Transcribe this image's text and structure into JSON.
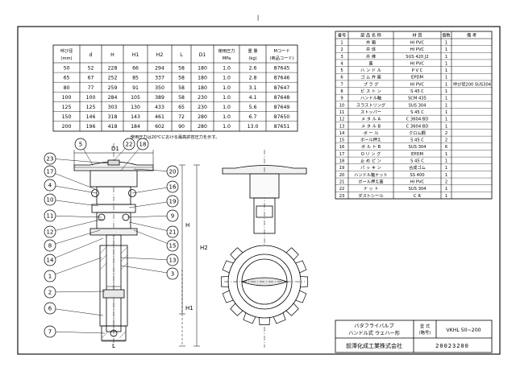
{
  "sheet": {
    "top_mark": "|"
  },
  "dim_table": {
    "headers": [
      {
        "line1": "呼び径",
        "line2": "(mm)"
      },
      {
        "line1": "d",
        "line2": ""
      },
      {
        "line1": "H",
        "line2": ""
      },
      {
        "line1": "H1",
        "line2": ""
      },
      {
        "line1": "H2",
        "line2": ""
      },
      {
        "line1": "L",
        "line2": ""
      },
      {
        "line1": "D1",
        "line2": ""
      },
      {
        "line1": "使用圧力",
        "line2": "MPa"
      },
      {
        "line1": "重 量",
        "line2": "(kg)"
      },
      {
        "line1": "Mコード",
        "line2": "(商品コード)"
      }
    ],
    "rows": [
      [
        "50",
        "52",
        "228",
        "66",
        "294",
        "58",
        "180",
        "1.0",
        "2.6",
        "87645"
      ],
      [
        "65",
        "67",
        "252",
        "85",
        "337",
        "58",
        "180",
        "1.0",
        "2.8",
        "87646"
      ],
      [
        "80",
        "77",
        "259",
        "91",
        "350",
        "58",
        "180",
        "1.0",
        "3.1",
        "87647"
      ],
      [
        "100",
        "100",
        "284",
        "105",
        "389",
        "58",
        "230",
        "1.0",
        "4.1",
        "87648"
      ],
      [
        "125",
        "125",
        "303",
        "130",
        "433",
        "65",
        "230",
        "1.0",
        "5.6",
        "87649"
      ],
      [
        "150",
        "146",
        "318",
        "143",
        "461",
        "72",
        "280",
        "1.0",
        "6.7",
        "87650"
      ],
      [
        "200",
        "196",
        "418",
        "184",
        "602",
        "90",
        "280",
        "1.0",
        "13.0",
        "87651"
      ]
    ],
    "note": "使用圧力は20℃における最高許容圧力を示す。"
  },
  "parts_table": {
    "headers": {
      "no": "番号",
      "name": "部 品 名 称",
      "material": "材 質",
      "qty": "個数",
      "remarks": "備 考"
    },
    "rows": [
      {
        "no": "1",
        "name": "弁 箱",
        "material": "HI PVC",
        "qty": "1",
        "remarks": ""
      },
      {
        "no": "2",
        "name": "弁 体",
        "material": "HI PVC",
        "qty": "1",
        "remarks": ""
      },
      {
        "no": "3",
        "name": "弁 棒",
        "material": "SUS 420 J2",
        "qty": "1",
        "remarks": ""
      },
      {
        "no": "4",
        "name": "蓋",
        "material": "HI PVC",
        "qty": "1",
        "remarks": ""
      },
      {
        "no": "5",
        "name": "ハ ン ド ル",
        "material": "P V C",
        "qty": "1",
        "remarks": ""
      },
      {
        "no": "6",
        "name": "ゴ ム 弁 座",
        "material": "EPDM",
        "qty": "1",
        "remarks": ""
      },
      {
        "no": "7",
        "name": "プ ラ グ",
        "material": "HI PVC",
        "qty": "1",
        "remarks": "呼び径200 SUS304"
      },
      {
        "no": "8",
        "name": "ピ ス ト ン",
        "material": "S 45 C",
        "qty": "1",
        "remarks": ""
      },
      {
        "no": "9",
        "name": "ハンドル軸",
        "material": "SCM 435",
        "qty": "1",
        "remarks": ""
      },
      {
        "no": "10",
        "name": "スラストリング",
        "material": "SUS 304",
        "qty": "1",
        "remarks": ""
      },
      {
        "no": "11",
        "name": "ストッパー",
        "material": "S 45 C",
        "qty": "1",
        "remarks": ""
      },
      {
        "no": "12",
        "name": "メ タ ル A",
        "material": "C 3604 BD",
        "qty": "1",
        "remarks": ""
      },
      {
        "no": "13",
        "name": "メ タ ル B",
        "material": "C 3604 BD",
        "qty": "1",
        "remarks": ""
      },
      {
        "no": "14",
        "name": "ボ ー ル",
        "material": "クロム鋼",
        "qty": "2",
        "remarks": ""
      },
      {
        "no": "15",
        "name": "ボール押え",
        "material": "S 45 C",
        "qty": "2",
        "remarks": ""
      },
      {
        "no": "16",
        "name": "ボ ル ト B",
        "material": "SUS 304",
        "qty": "6",
        "remarks": ""
      },
      {
        "no": "17",
        "name": "O リ ン グ",
        "material": "EPDM",
        "qty": "1",
        "remarks": ""
      },
      {
        "no": "18",
        "name": "止 め ピ ン",
        "material": "S 45 C",
        "qty": "1",
        "remarks": ""
      },
      {
        "no": "19",
        "name": "パ ッ キ ン",
        "material": "合成ゴム",
        "qty": "1",
        "remarks": ""
      },
      {
        "no": "20",
        "name": "ハンドル軸ナット",
        "material": "SS 400",
        "qty": "1",
        "remarks": ""
      },
      {
        "no": "21",
        "name": "ボール押え蓋",
        "material": "HI PVC",
        "qty": "2",
        "remarks": ""
      },
      {
        "no": "22",
        "name": "ナ ッ ト",
        "material": "SUS 304",
        "qty": "1",
        "remarks": ""
      },
      {
        "no": "23",
        "name": "ダストシール",
        "material": "C R",
        "qty": "1",
        "remarks": ""
      }
    ]
  },
  "drawing": {
    "dims": {
      "D1": "D1",
      "H": "H",
      "H1": "H1",
      "H2": "H2",
      "L": "L"
    },
    "balloons_left": [
      "23",
      "17",
      "4",
      "10",
      "11",
      "12",
      "8",
      "14",
      "1",
      "2",
      "6",
      "7"
    ],
    "balloons_top": [
      "5",
      "22",
      "18"
    ],
    "balloons_right": [
      "20",
      "16",
      "19",
      "9",
      "21",
      "15",
      "13",
      "3"
    ]
  },
  "title_block": {
    "name_line1": "バタフライバルブ",
    "name_line2": "ハンドル式 ウェハー形",
    "model_label_line1": "型 式",
    "model_label_line2": "(略号)",
    "model_value": "VKHL 50~200",
    "company": "前澤化成工業株式会社",
    "drawing_number": "20023200"
  }
}
